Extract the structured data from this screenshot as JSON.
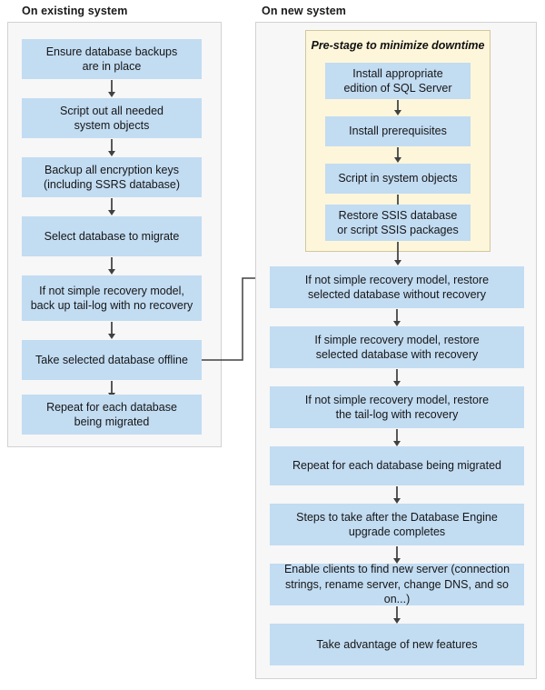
{
  "panels": {
    "left": {
      "title": "On existing system",
      "steps": [
        {
          "id": "ensure-backups",
          "text": "Ensure database backups\nare in place"
        },
        {
          "id": "script-out",
          "text": "Script out all needed\nsystem objects"
        },
        {
          "id": "backup-keys",
          "text": "Backup all encryption keys\n(including SSRS database)"
        },
        {
          "id": "select-database",
          "text": "Select database to migrate"
        },
        {
          "id": "backup-tail-log",
          "text": "If not simple recovery model,\nback up tail-log with no recovery"
        },
        {
          "id": "take-offline",
          "text": "Take selected database offline"
        },
        {
          "id": "repeat-each",
          "text": "Repeat for each database\nbeing migrated"
        }
      ]
    },
    "right": {
      "title": "On new system",
      "prestage": {
        "label": "Pre-stage to minimize downtime",
        "steps": [
          {
            "id": "install-sql-server",
            "text": "Install appropriate\nedition of SQL Server"
          },
          {
            "id": "install-prereqs",
            "text": "Install prerequisites"
          },
          {
            "id": "script-in-objects",
            "text": "Script in system objects"
          },
          {
            "id": "restore-ssis",
            "text": "Restore SSIS database\nor script SSIS packages"
          }
        ]
      },
      "steps": [
        {
          "id": "restore-without-recovery",
          "text": "If not simple recovery model, restore\nselected database without recovery"
        },
        {
          "id": "restore-with-recovery",
          "text": "If simple recovery model, restore\nselected database with recovery"
        },
        {
          "id": "restore-tail-log",
          "text": "If not simple recovery model, restore\nthe tail-log with recovery"
        },
        {
          "id": "repeat-each-database",
          "text": "Repeat for each database being migrated"
        },
        {
          "id": "post-upgrade-steps",
          "text": "Steps to take after the Database Engine\nupgrade completes"
        },
        {
          "id": "enable-clients",
          "text": "Enable clients to find new server (connection\nstrings, rename server, change DNS, and so on...)"
        },
        {
          "id": "new-features",
          "text": "Take advantage of new features"
        }
      ]
    }
  },
  "colors": {
    "box_fill": "#c2dcf2",
    "prestage_fill": "#fdf6da",
    "prestage_border": "#cfc89e",
    "panel_fill": "#f7f7f7",
    "panel_border": "#d2d2d2",
    "arrow": "#585858",
    "text": "#161616"
  },
  "connector": {
    "from": "take-offline",
    "to": "restore-without-recovery",
    "shape": "right-up-right-arrow"
  }
}
